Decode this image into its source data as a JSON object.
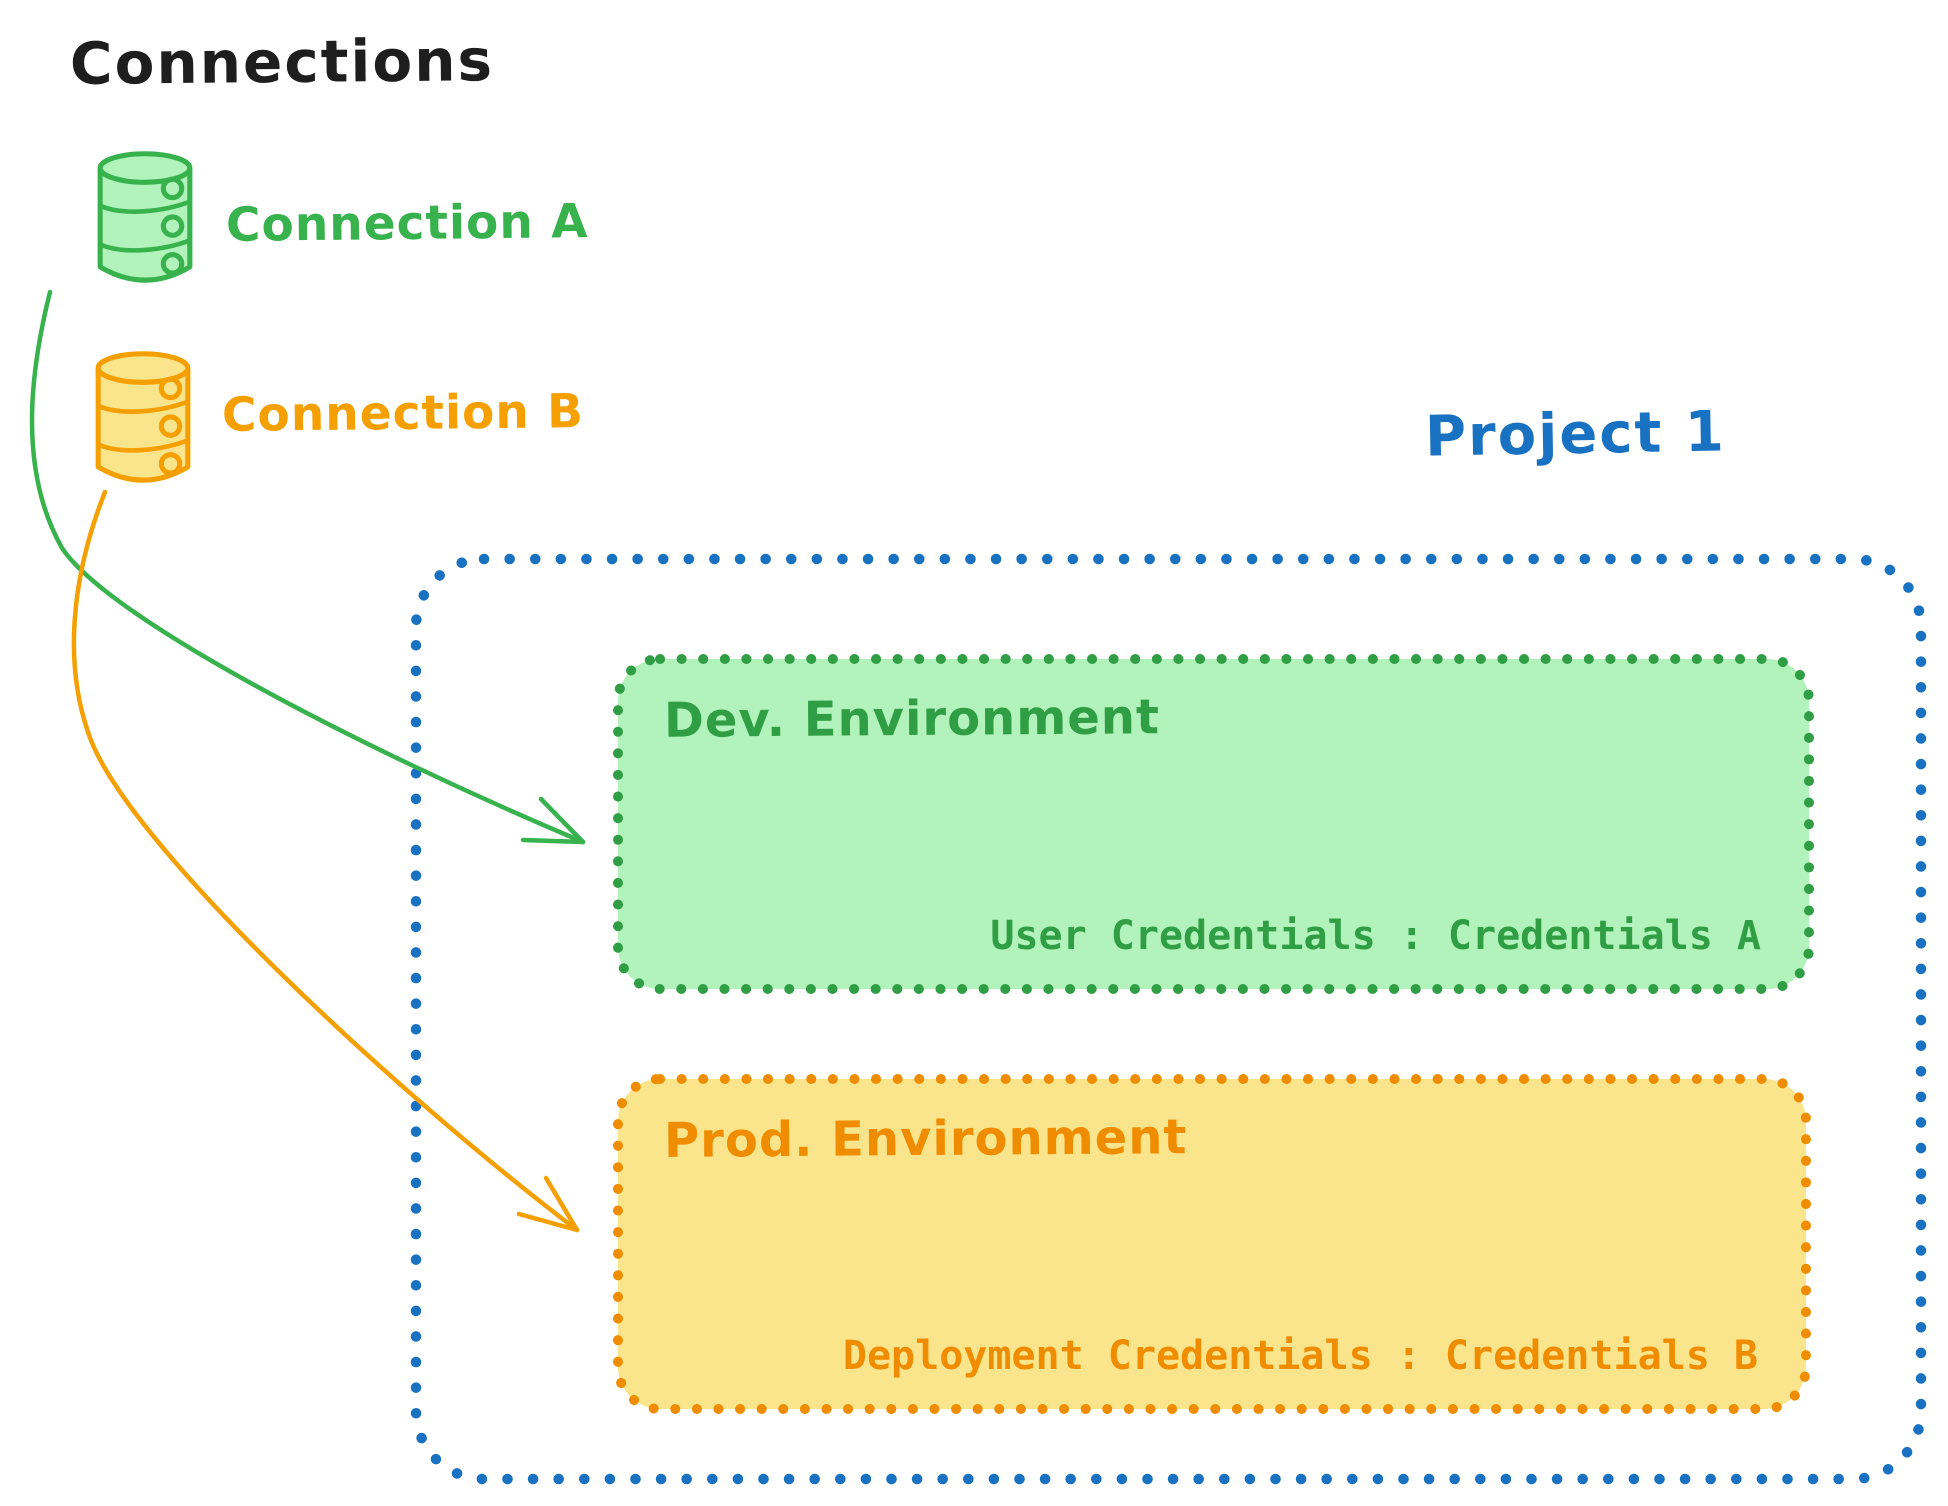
{
  "title": "Connections",
  "connections": [
    {
      "label": "Connection A",
      "icon": "database-icon",
      "color_key": "green-bright"
    },
    {
      "label": "Connection B",
      "icon": "database-icon",
      "color_key": "orange-bright"
    }
  ],
  "project": {
    "label": "Project 1",
    "environments": [
      {
        "name": "Dev. Environment",
        "credentials": "User Credentials : Credentials A"
      },
      {
        "name": "Prod. Environment",
        "credentials": "Deployment Credentials : Credentials B"
      }
    ]
  },
  "arrows": [
    {
      "name": "connection-a-to-dev-environment",
      "color_key": "green-bright"
    },
    {
      "name": "connection-b-to-prod-environment",
      "color_key": "orange-bright"
    }
  ],
  "colors": {
    "bg": "#ffffff",
    "ink": "#1e1e1e",
    "blue": "#1971c2",
    "green": "#2f9e44",
    "green-bright": "#37b24d",
    "green-fill": "#b2f2bb",
    "orange": "#f08c00",
    "orange-bright": "#f59f00",
    "yellow-fill": "#fae58c"
  }
}
